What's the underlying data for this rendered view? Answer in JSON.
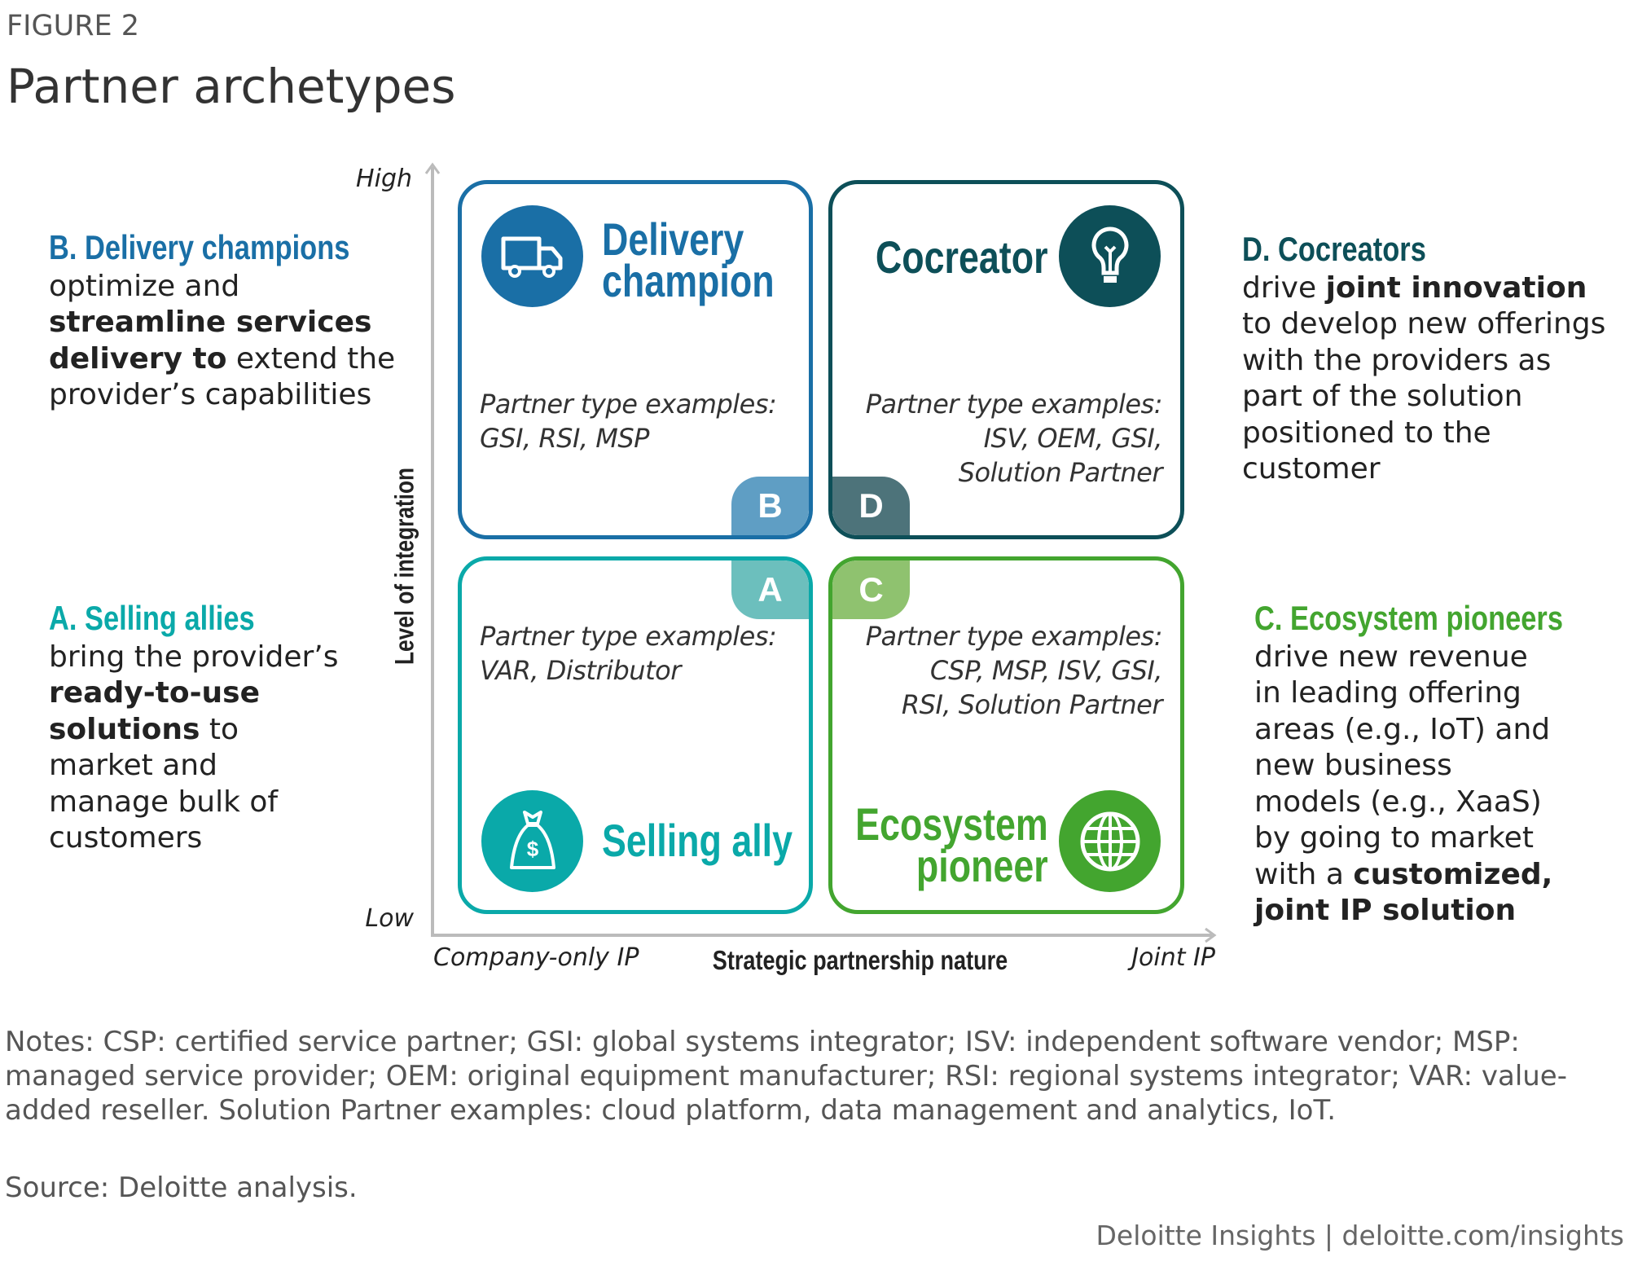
{
  "figure_label": "FIGURE 2",
  "title": "Partner archetypes",
  "colors": {
    "delivery": "#1a6fa6",
    "cocreator": "#0d4f58",
    "selling": "#0aa9a9",
    "ecosystem": "#43a52f",
    "badge_b": "#5f9ec4",
    "badge_d": "#4d737a",
    "badge_a": "#6cbfbd",
    "badge_c": "#8fc26f"
  },
  "axes": {
    "y_label": "Level of integration",
    "y_high": "High",
    "y_low": "Low",
    "x_label": "Strategic partnership nature",
    "x_left": "Company-only IP",
    "x_right": "Joint IP"
  },
  "quadrants": {
    "B": {
      "badge": "B",
      "title_line1": "Delivery",
      "title_line2": "champion",
      "icon": "truck-icon",
      "examples_label": "Partner type examples:",
      "examples_lines": [
        "GSI, RSI, MSP"
      ]
    },
    "D": {
      "badge": "D",
      "title_line1": "Cocreator",
      "icon": "lightbulb-icon",
      "examples_label": "Partner type examples:",
      "examples_lines": [
        "ISV, OEM, GSI,",
        "Solution Partner"
      ]
    },
    "A": {
      "badge": "A",
      "title_line1": "Selling ally",
      "icon": "money-bag-icon",
      "examples_label": "Partner type examples:",
      "examples_lines": [
        "VAR, Distributor"
      ]
    },
    "C": {
      "badge": "C",
      "title_line1": "Ecosystem",
      "title_line2": "pioneer",
      "icon": "globe-icon",
      "examples_label": "Partner type examples:",
      "examples_lines": [
        "CSP, MSP, ISV, GSI,",
        "RSI, Solution Partner"
      ]
    }
  },
  "descriptions": {
    "B": {
      "heading": "B. Delivery champions",
      "t1": "optimize and ",
      "b1": "streamline services delivery to",
      "t2": " extend the provider’s capabilities"
    },
    "A": {
      "heading": "A. Selling allies",
      "t1": "bring the provider’s ",
      "b1": "ready-to-use solutions",
      "t2": " to market and manage bulk of customers"
    },
    "D": {
      "heading": "D. Cocreators",
      "t1": "drive ",
      "b1": "joint innovation",
      "t2": " to develop new offerings with the providers as part of the solution positioned to the customer"
    },
    "C": {
      "heading": "C. Ecosystem pioneers",
      "t1": "drive new revenue in leading offering areas (e.g., IoT) and new business models (e.g., XaaS) by going to market with a ",
      "b1": "customized, joint IP solution",
      "t2": ""
    }
  },
  "notes": "Notes: CSP: certified service partner; GSI: global systems integrator; ISV: independent software vendor; MSP: managed service provider; OEM: original equipment manufacturer; RSI: regional systems integrator; VAR: value-added reseller. Solution Partner examples: cloud platform, data management and analytics, IoT.",
  "source": "Source: Deloitte analysis.",
  "footer": "Deloitte Insights | deloitte.com/insights"
}
